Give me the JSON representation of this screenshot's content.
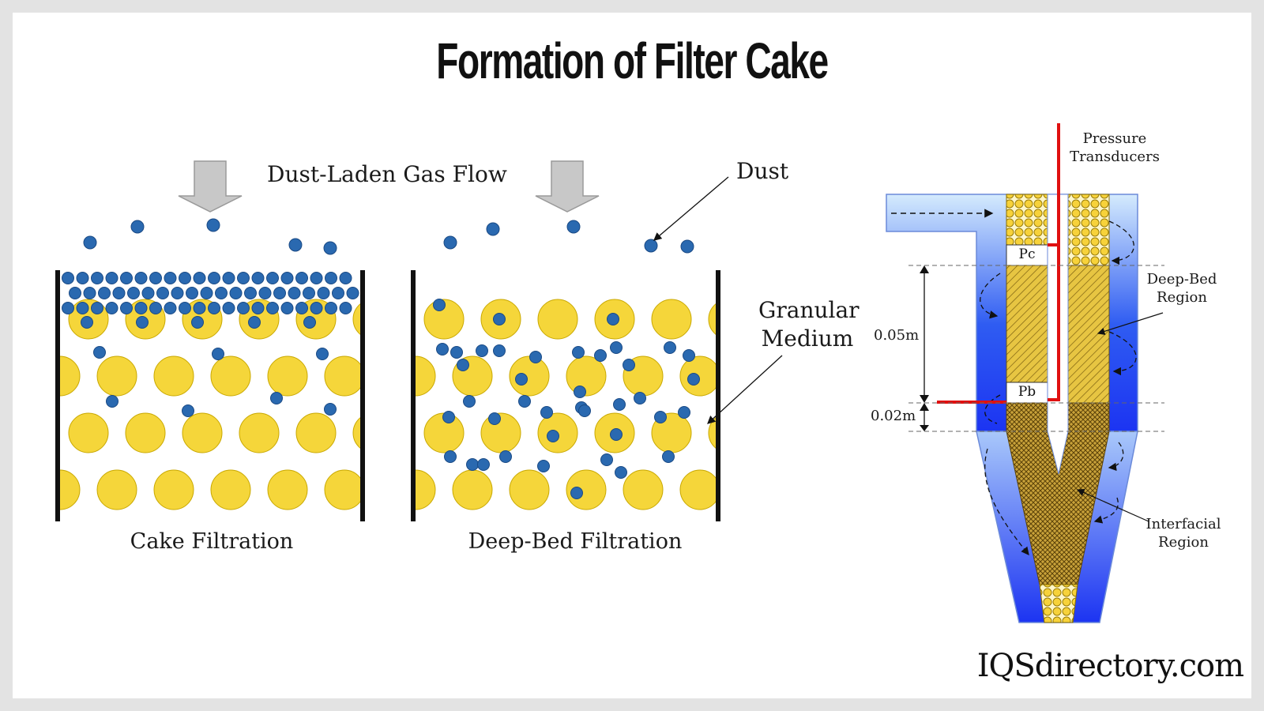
{
  "title": "Formation of Filter Cake",
  "labels": {
    "gas_flow": "Dust-Laden Gas Flow",
    "dust": "Dust",
    "granular_medium_1": "Granular",
    "granular_medium_2": "Medium",
    "cake_filtration": "Cake Filtration",
    "deep_bed_filtration": "Deep-Bed Filtration",
    "pressure_transducers_1": "Pressure",
    "pressure_transducers_2": "Transducers",
    "deep_bed_region_1": "Deep-Bed",
    "deep_bed_region_2": "Region",
    "interfacial_region_1": "Interfacial",
    "interfacial_region_2": "Region",
    "pc": "Pc",
    "pb": "Pb",
    "dim_upper": "0.05m",
    "dim_lower": "0.02m"
  },
  "brand": "IQSdirectory.com",
  "colors": {
    "dust": "#2a69b0",
    "granule": "#f5d63a",
    "granule_stroke": "#c9a800",
    "arrow_gray": "#c8c8c8",
    "pipe_red": "#e01010",
    "vessel_light": "#cfe6fb",
    "vessel_dark": "#1e3ff5"
  }
}
